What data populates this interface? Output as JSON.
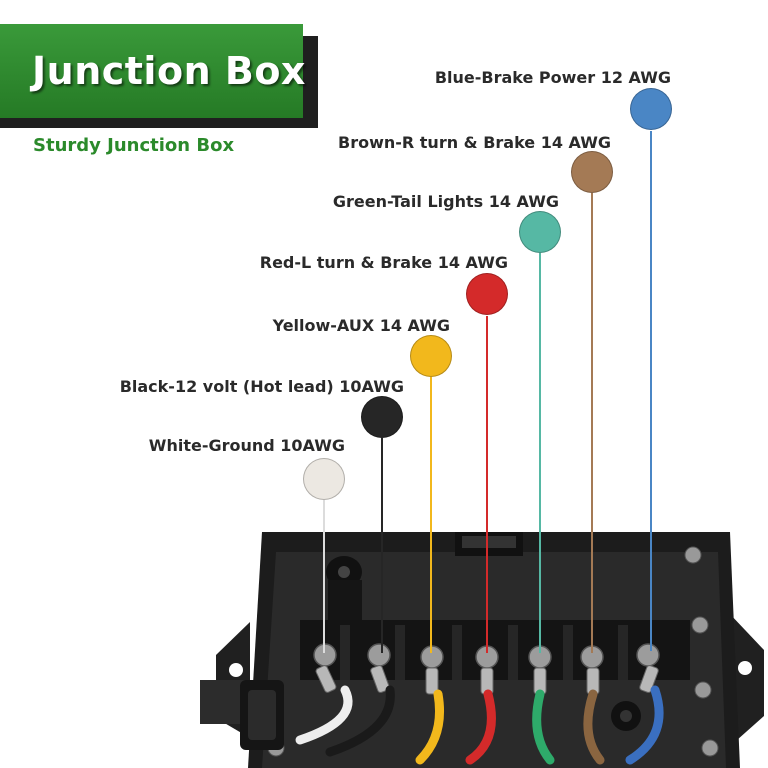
{
  "banner": {
    "title": "Junction Box"
  },
  "subtitle": "Sturdy Junction Box",
  "wires": [
    {
      "label": "Blue-Brake Power 12 AWG",
      "color": "#4a86c5",
      "icon": "blue-dot"
    },
    {
      "label": "Brown-R turn & Brake 14 AWG",
      "color": "#a47a55",
      "icon": "brown-dot"
    },
    {
      "label": "Green-Tail Lights 14 AWG",
      "color": "#56b8a4",
      "icon": "green-dot"
    },
    {
      "label": "Red-L turn & Brake 14 AWG",
      "color": "#d42a2a",
      "icon": "red-dot"
    },
    {
      "label": "Yellow-AUX 14 AWG",
      "color": "#f2b81c",
      "icon": "yellow-dot"
    },
    {
      "label": "Black-12 volt (Hot lead) 10AWG",
      "color": "#262626",
      "icon": "black-dot"
    },
    {
      "label": "White-Ground 10AWG",
      "color": "#ece8e2",
      "icon": "white-dot"
    }
  ],
  "colors": {
    "banner_green": "#2e8b2e",
    "subtitle_green": "#2b8a2b",
    "box_black": "#1a1a1a"
  }
}
